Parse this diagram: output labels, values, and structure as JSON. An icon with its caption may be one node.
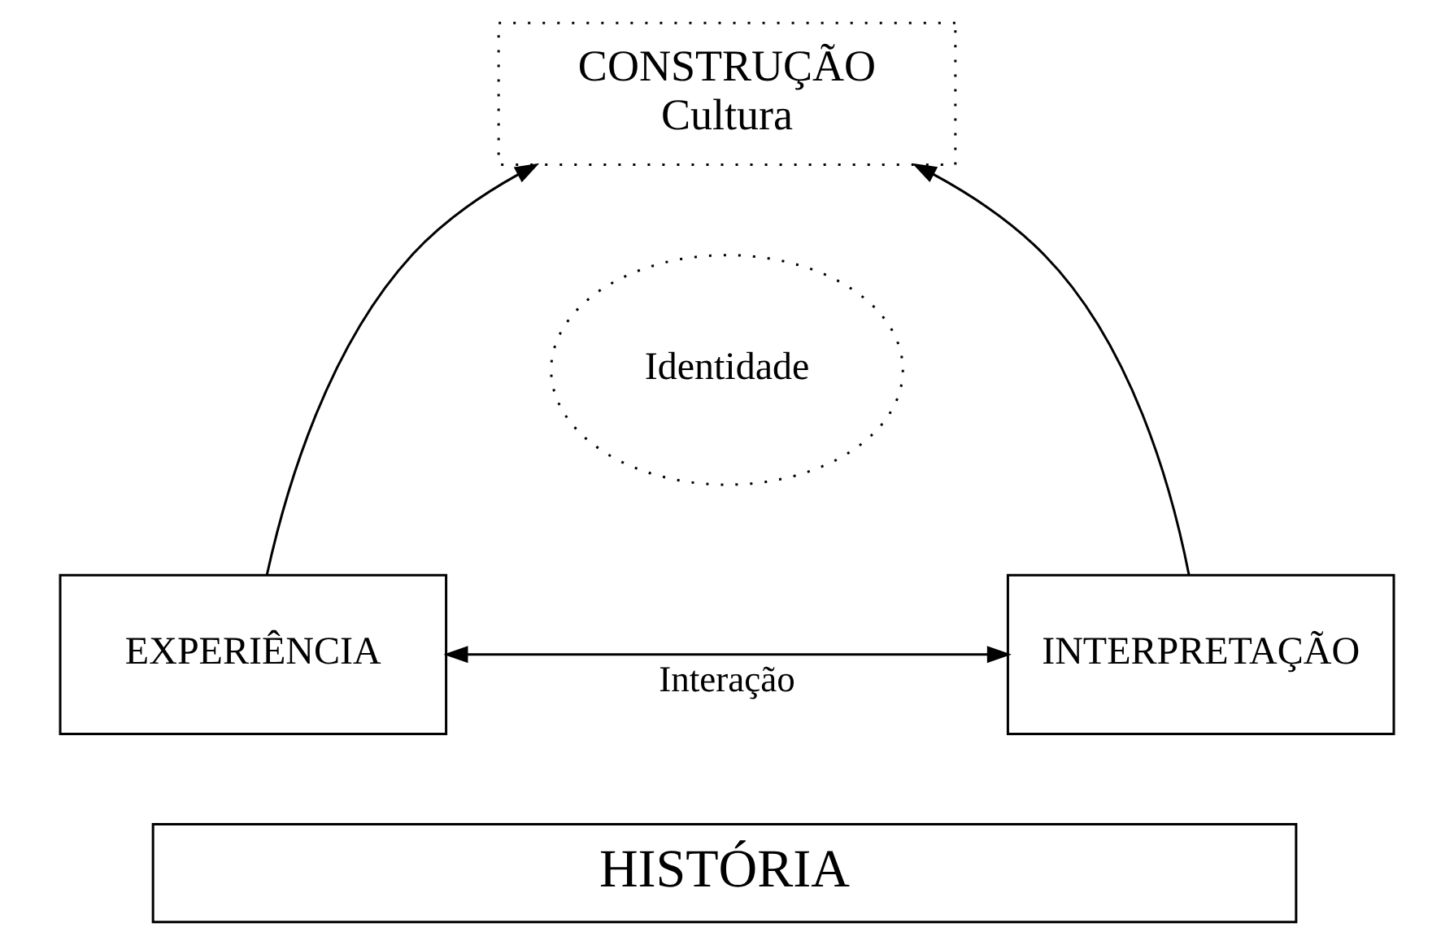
{
  "diagram": {
    "nodes": [
      {
        "text": [
          "CONSTRUÇÃO",
          "Cultura"
        ]
      },
      {
        "text": [
          "Identidade"
        ]
      },
      {
        "text": [
          "EXPERIÊNCIA"
        ]
      },
      {
        "text": [
          "INTERPRETAÇÃO"
        ]
      },
      {
        "text": [
          "HISTÓRIA"
        ]
      }
    ],
    "edges": [
      {
        "from": 2,
        "to": 0,
        "arrow": "to"
      },
      {
        "from": 3,
        "to": 0,
        "arrow": "to"
      },
      {
        "from": 2,
        "to": 3,
        "arrow": "both",
        "label": "Interação"
      }
    ]
  }
}
